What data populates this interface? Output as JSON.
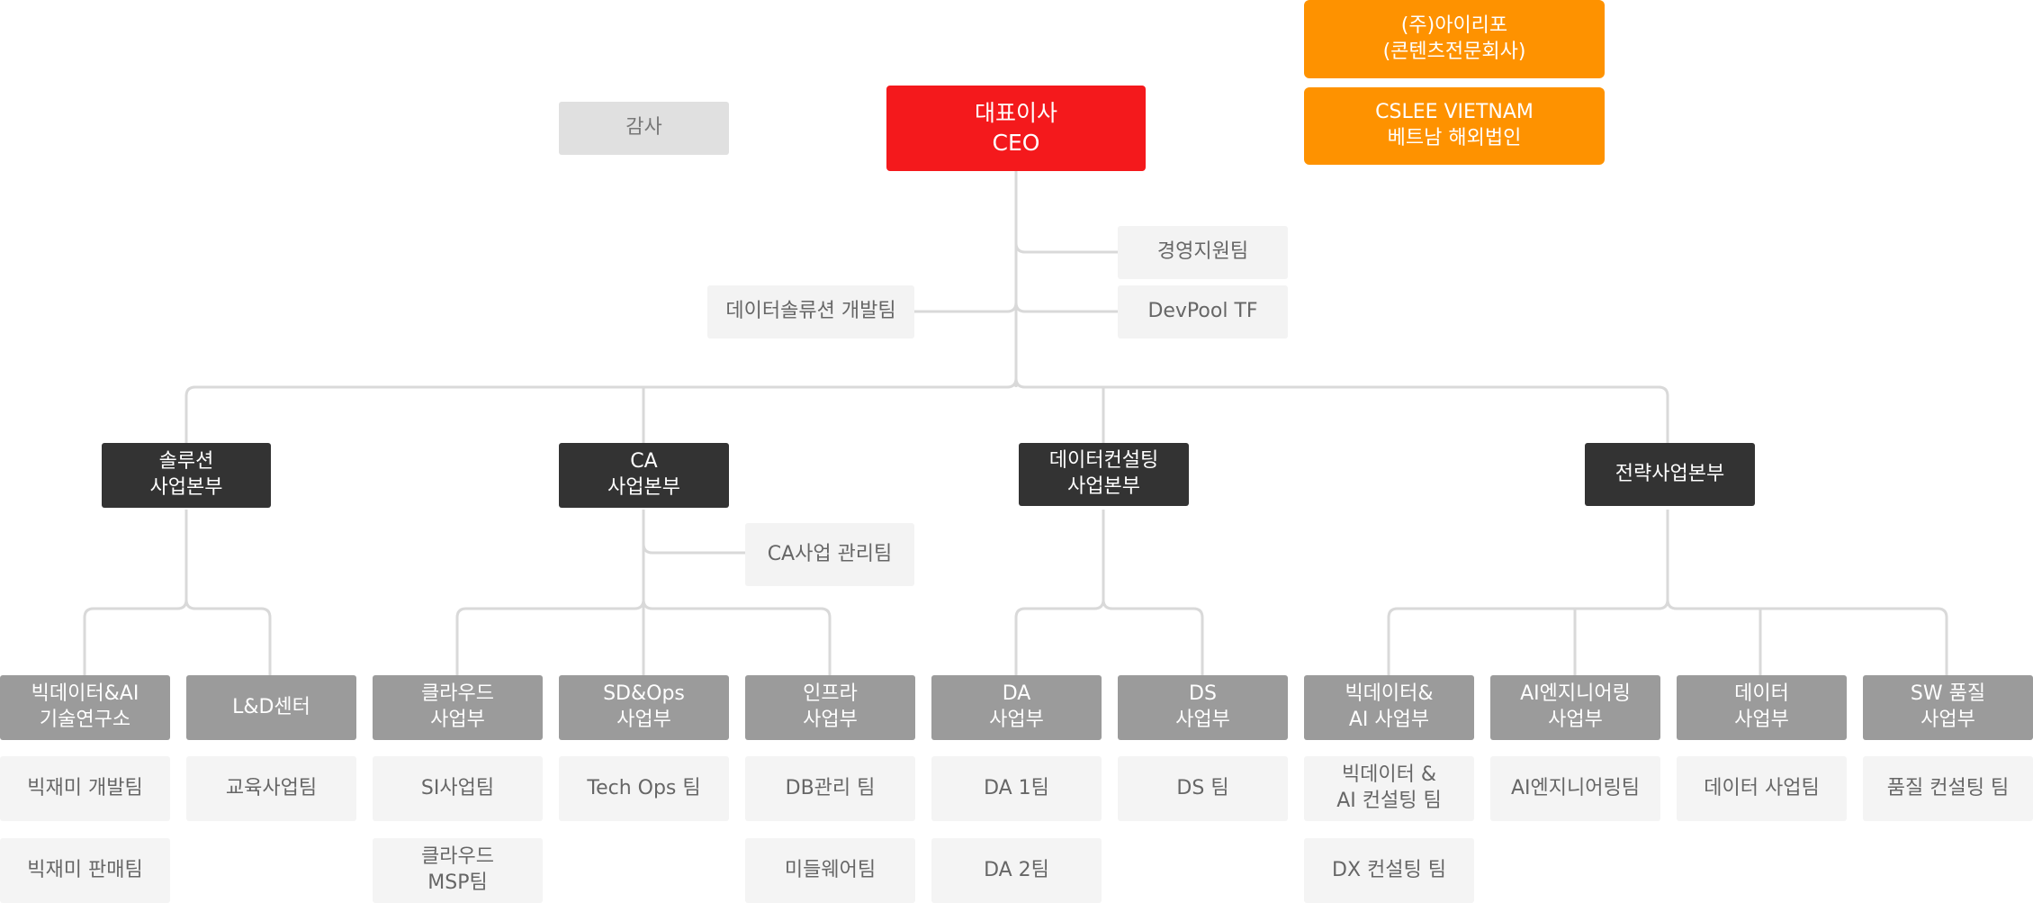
{
  "ceo": "대표이사\nCEO",
  "audit": "감사",
  "affiliates": [
    "(주)아이리포\n(콘텐츠전문회사)",
    "CSLEE VIETNAM\n베트남 해외법인"
  ],
  "staff": {
    "management": "경영지원팀",
    "devpool": "DevPool TF",
    "data_solution": "데이터솔류션 개발팀",
    "ca_mgmt": "CA사업 관리팀"
  },
  "divisions": [
    "솔루션\n사업본부",
    "CA\n사업본부",
    "데이터컨설팅\n사업본부",
    "전략사업본부"
  ],
  "departments": [
    {
      "name": "빅데이터&AI\n기술연구소",
      "teams": [
        "빅재미 개발팀",
        "빅재미 판매팀"
      ]
    },
    {
      "name": "L&D센터",
      "teams": [
        "교육사업팀"
      ]
    },
    {
      "name": "클라우드\n사업부",
      "teams": [
        "SI사업팀",
        "클라우드\nMSP팀"
      ]
    },
    {
      "name": "SD&Ops\n사업부",
      "teams": [
        "Tech Ops 팀"
      ]
    },
    {
      "name": "인프라\n사업부",
      "teams": [
        "DB관리 팀",
        "미들웨어팀"
      ]
    },
    {
      "name": "DA\n사업부",
      "teams": [
        "DA 1팀",
        "DA 2팀"
      ]
    },
    {
      "name": "DS\n사업부",
      "teams": [
        "DS 팀"
      ]
    },
    {
      "name": "빅데이터&\nAI 사업부",
      "teams": [
        "빅데이터 &\nAI 컨설팅 팀",
        "DX 컨설팅 팀"
      ]
    },
    {
      "name": "AI엔지니어링\n사업부",
      "teams": [
        "AI엔지니어링팀"
      ]
    },
    {
      "name": "데이터\n사업부",
      "teams": [
        "데이터 사업팀"
      ]
    },
    {
      "name": "SW 품질\n사업부",
      "teams": [
        "품질 컨설팅 팀"
      ]
    }
  ],
  "colors": {
    "ceo": "#f4191c",
    "affiliate": "#fe9200",
    "division": "#333333",
    "department": "#9b9b9b",
    "team": "#f4f4f4",
    "line": "#d9d9d9"
  }
}
